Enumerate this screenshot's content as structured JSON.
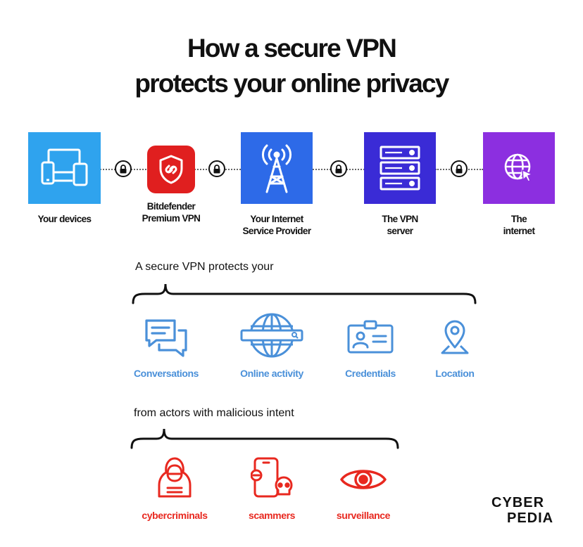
{
  "title": {
    "line1": "How a secure VPN",
    "line2": "protects your online privacy"
  },
  "chain": [
    {
      "label": "Your devices",
      "icon": "devices-icon",
      "color": "#2fa3ee"
    },
    {
      "label": "Bitdefender Premium VPN",
      "line1": "Bitdefender",
      "line2": "Premium VPN",
      "icon": "bitdefender-shield-icon",
      "color": "#e01f1f"
    },
    {
      "label": "Your Internet Service Provider",
      "line1": "Your Internet",
      "line2": "Service Provider",
      "icon": "cell-tower-icon",
      "color": "#2d6ae8"
    },
    {
      "label": "The VPN server",
      "line1": "The VPN",
      "line2": "server",
      "icon": "server-icon",
      "color": "#3a2bd6"
    },
    {
      "label": "The internet",
      "line1": "The",
      "line2": "internet",
      "icon": "globe-cursor-icon",
      "color": "#8c2fe0"
    }
  ],
  "protects_caption": "A secure VPN protects your",
  "protected_items": [
    {
      "label": "Conversations",
      "icon": "chat-bubbles-icon"
    },
    {
      "label": "Online activity",
      "icon": "globe-search-icon"
    },
    {
      "label": "Credentials",
      "icon": "id-badge-icon"
    },
    {
      "label": "Location",
      "icon": "location-pin-icon"
    }
  ],
  "threats_caption": "from actors with malicious intent",
  "threats": [
    {
      "label": "cybercriminals",
      "icon": "hooded-hacker-icon"
    },
    {
      "label": "scammers",
      "icon": "phone-skull-icon"
    },
    {
      "label": "surveillance",
      "icon": "eye-icon"
    }
  ],
  "colors": {
    "protect_blue": "#4a90d9",
    "threat_red": "#e8281f"
  },
  "logo": {
    "line1": "CYBER",
    "line2": "PEDIA"
  }
}
